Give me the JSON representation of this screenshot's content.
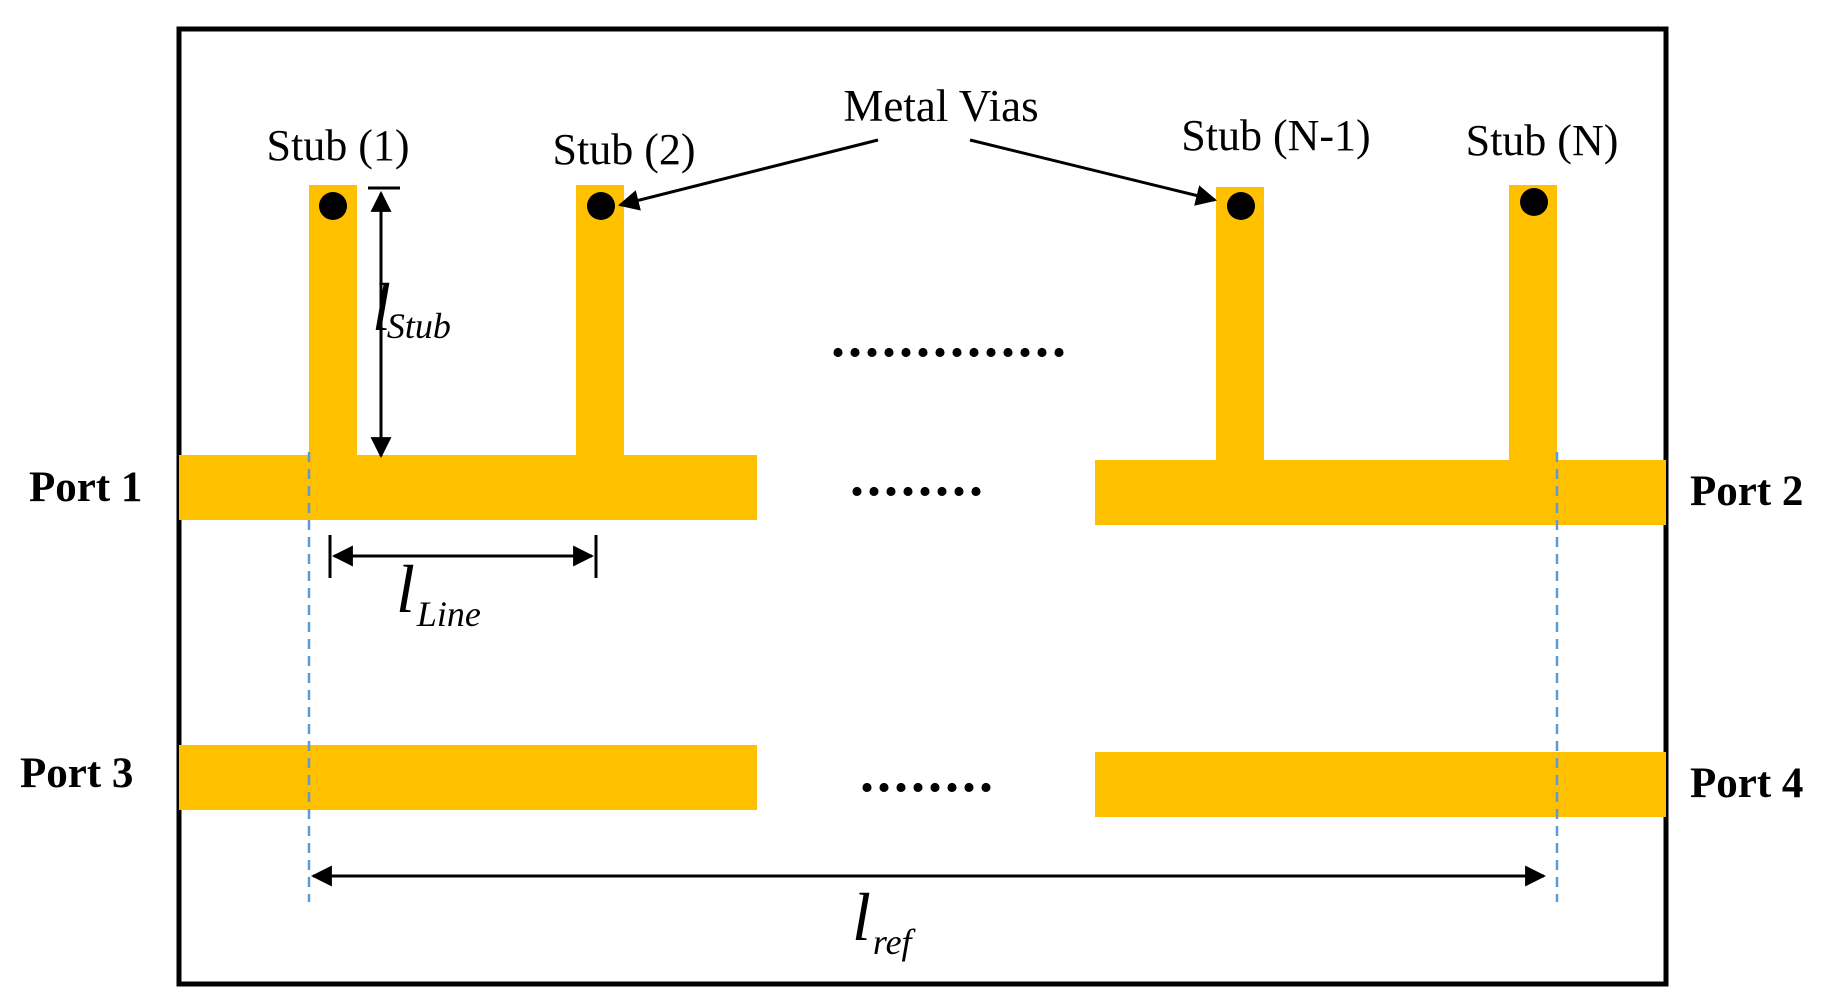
{
  "colors": {
    "metal": "#FFC000",
    "via": "#000000",
    "board_border": "#000000",
    "reference_line": "#5B9BD5",
    "text": "#000000"
  },
  "ports": {
    "p1": "Port 1",
    "p2": "Port 2",
    "p3": "Port 3",
    "p4": "Port 4"
  },
  "stubs": {
    "s1": "Stub (1)",
    "s2": "Stub (2)",
    "sn1": "Stub (N-1)",
    "sn": "Stub (N)"
  },
  "vias_label": "Metal Vias",
  "dimensions": {
    "stub": {
      "main": "l",
      "sub": "Stub"
    },
    "line": {
      "main": "l",
      "sub": "Line"
    },
    "ref": {
      "main": "l",
      "sub": "ref"
    }
  },
  "ellipsis": {
    "stubs_row": "..............",
    "line_top": "........",
    "line_bottom": "........"
  }
}
